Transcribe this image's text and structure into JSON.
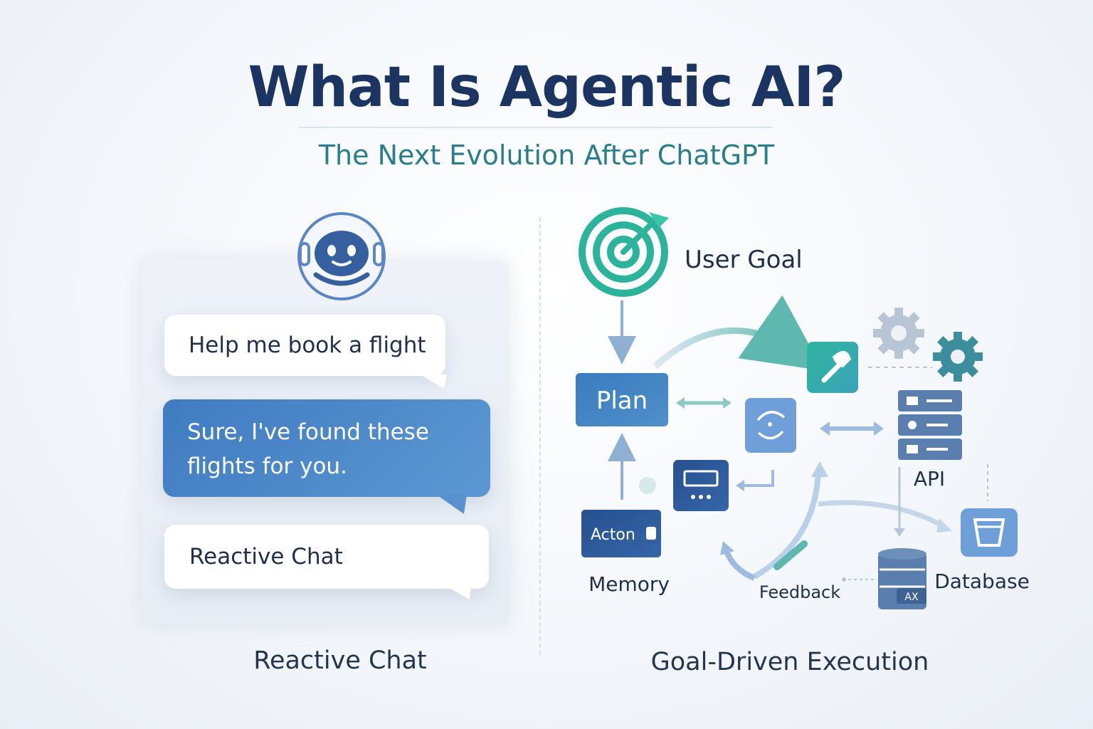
{
  "title": "What Is Agentic AI?",
  "subtitle": "The Next Evolution After ChatGPT",
  "left": {
    "user_message": "Help me book a flight",
    "bot_message_line1": "Sure, I've found these",
    "bot_message_line2": "flights for you.",
    "chat_label": "Reactive Chat",
    "caption": "Reactive Chat"
  },
  "right": {
    "goal_label": "User Goal",
    "plan_label": "Plan",
    "action_label": "Acton",
    "memory_label": "Memory",
    "feedback_label": "Feedback",
    "api_label": "API",
    "database_label": "Database",
    "caption": "Goal-Driven Execution"
  },
  "colors": {
    "title": "#1b3461",
    "subtitle": "#2a7d8a",
    "bot_bubble": "#4a87c8",
    "teal": "#2fb5a0",
    "navy": "#2e5a99"
  },
  "icons": [
    "robot-avatar-icon",
    "target-icon",
    "wrench-icon",
    "gear-icon",
    "cycle-icon",
    "monitor-icon",
    "server-icon",
    "database-icon"
  ]
}
